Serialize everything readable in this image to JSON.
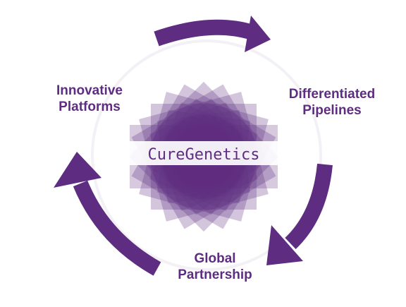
{
  "diagram": {
    "logo_text": "CureGenetics",
    "labels": {
      "left": {
        "line1": "Innovative",
        "line2": "Platforms"
      },
      "right": {
        "line1": "Differentiated",
        "line2": "Pipelines"
      },
      "bottom": {
        "line1": "Global",
        "line2": "Partnership"
      }
    },
    "colors": {
      "primary": "#5e2d81",
      "arrow": "#5e2d81",
      "ring": "#f1eef4"
    },
    "icons": [
      "curved-arrow-top",
      "curved-arrow-right",
      "curved-arrow-left"
    ]
  }
}
